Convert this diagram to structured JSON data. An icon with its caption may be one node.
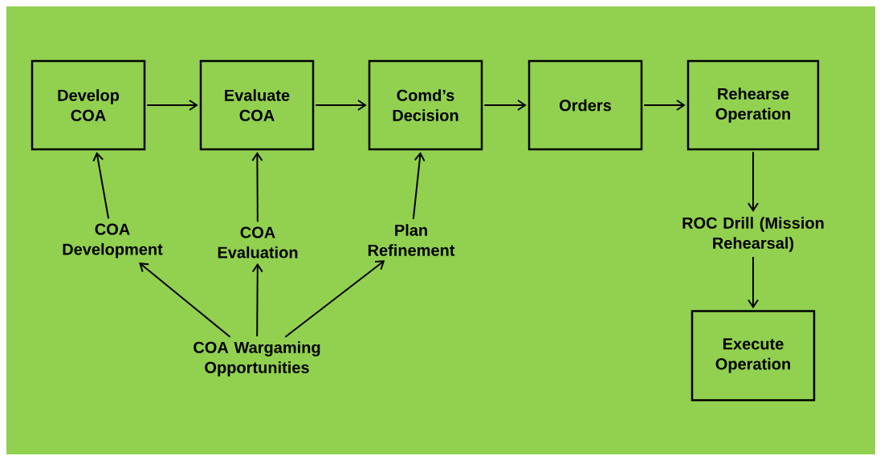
{
  "diagram": {
    "nodes": [
      {
        "text": [
          "Develop COA"
        ]
      },
      {
        "text": [
          "Evaluate COA"
        ]
      },
      {
        "text": [
          "Comd’s Decision"
        ]
      },
      {
        "text": [
          "Orders"
        ]
      },
      {
        "text": [
          "Rehearse Operation"
        ]
      },
      {
        "text": [
          "COA Development"
        ]
      },
      {
        "text": [
          "COA Evaluation"
        ]
      },
      {
        "text": [
          "Plan Refinement"
        ]
      },
      {
        "text": [
          "COA Wargaming Opportunities"
        ]
      },
      {
        "text": [
          "ROC Drill (Mission Rehearsal)"
        ]
      },
      {
        "text": [
          "Execute Operation"
        ]
      }
    ],
    "edges": [
      {
        "from": 0,
        "to": 1,
        "arrow": "to"
      },
      {
        "from": 1,
        "to": 2,
        "arrow": "to"
      },
      {
        "from": 2,
        "to": 3,
        "arrow": "to"
      },
      {
        "from": 3,
        "to": 4,
        "arrow": "to"
      },
      {
        "from": 5,
        "to": 0,
        "arrow": "to"
      },
      {
        "from": 6,
        "to": 1,
        "arrow": "to"
      },
      {
        "from": 7,
        "to": 2,
        "arrow": "to"
      },
      {
        "from": 8,
        "to": 5,
        "arrow": "to"
      },
      {
        "from": 8,
        "to": 6,
        "arrow": "to"
      },
      {
        "from": 8,
        "to": 7,
        "arrow": "to"
      },
      {
        "from": 4,
        "to": 9,
        "arrow": "to"
      },
      {
        "from": 9,
        "to": 10,
        "arrow": "to"
      }
    ]
  }
}
